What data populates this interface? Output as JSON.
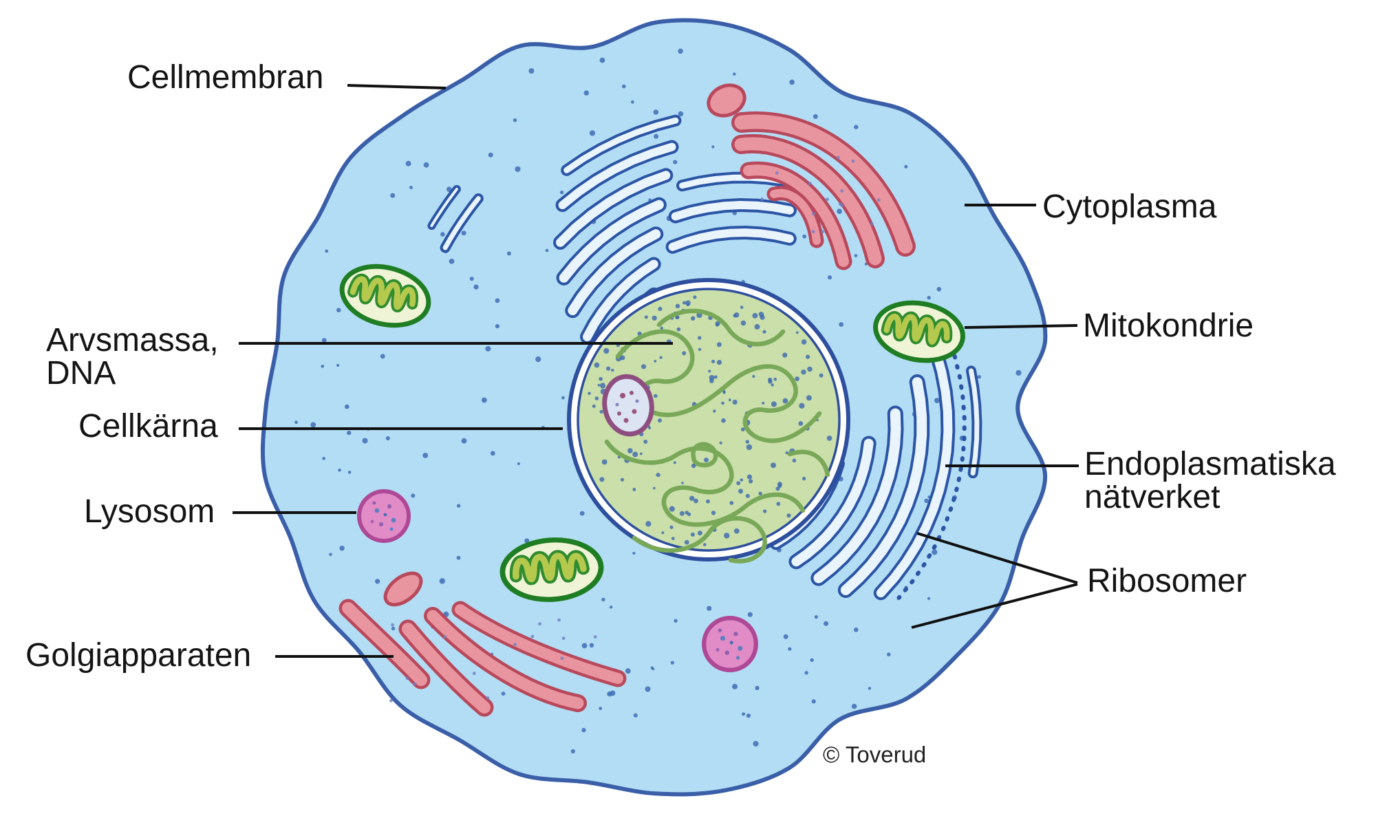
{
  "diagram": {
    "type": "animal-cell-labeled-diagram",
    "language": "Swedish",
    "credit": "© Toverud",
    "labels": {
      "cellmembran": {
        "text": "Cellmembran"
      },
      "cytoplasma": {
        "text": "Cytoplasma"
      },
      "arvsmassa": {
        "text_line1": "Arvsmassa,",
        "text_line2": "DNA"
      },
      "cellkarna": {
        "text": "Cellkärna"
      },
      "lysosom": {
        "text": "Lysosom"
      },
      "golgiapparaten": {
        "text": "Golgiapparaten"
      },
      "mitokondrie": {
        "text": "Mitokondrie"
      },
      "endoplasmatiska": {
        "text_line1": "Endoplasmatiska",
        "text_line2": "nätverket"
      },
      "ribosomer": {
        "text": "Ribosomer"
      }
    },
    "colors": {
      "cytoplasm_fill": "#b3ddf4",
      "membrane_stroke": "#3a5fa8",
      "nucleus_fill": "#cadfa9",
      "nucleus_ring": "#2e4f9e",
      "chromatin_green": "#79a858",
      "nucleolus_fill": "#dce3f2",
      "nucleolus_ring": "#8e4f80",
      "mitochondrion_outline": "#1f7d23",
      "mitochondrion_fill": "#f0f4d6",
      "cristae_olive": "#b5c94e",
      "golgi_fill": "#e9959f",
      "golgi_outline": "#b8495c",
      "er_stroke": "#2b55a5",
      "er_fill": "#e9f4fd",
      "lysosome_fill": "#e18cc6",
      "lysosome_ring": "#ae4897",
      "ribosome_dot": "#3f6db5",
      "label_text": "#141414"
    }
  }
}
